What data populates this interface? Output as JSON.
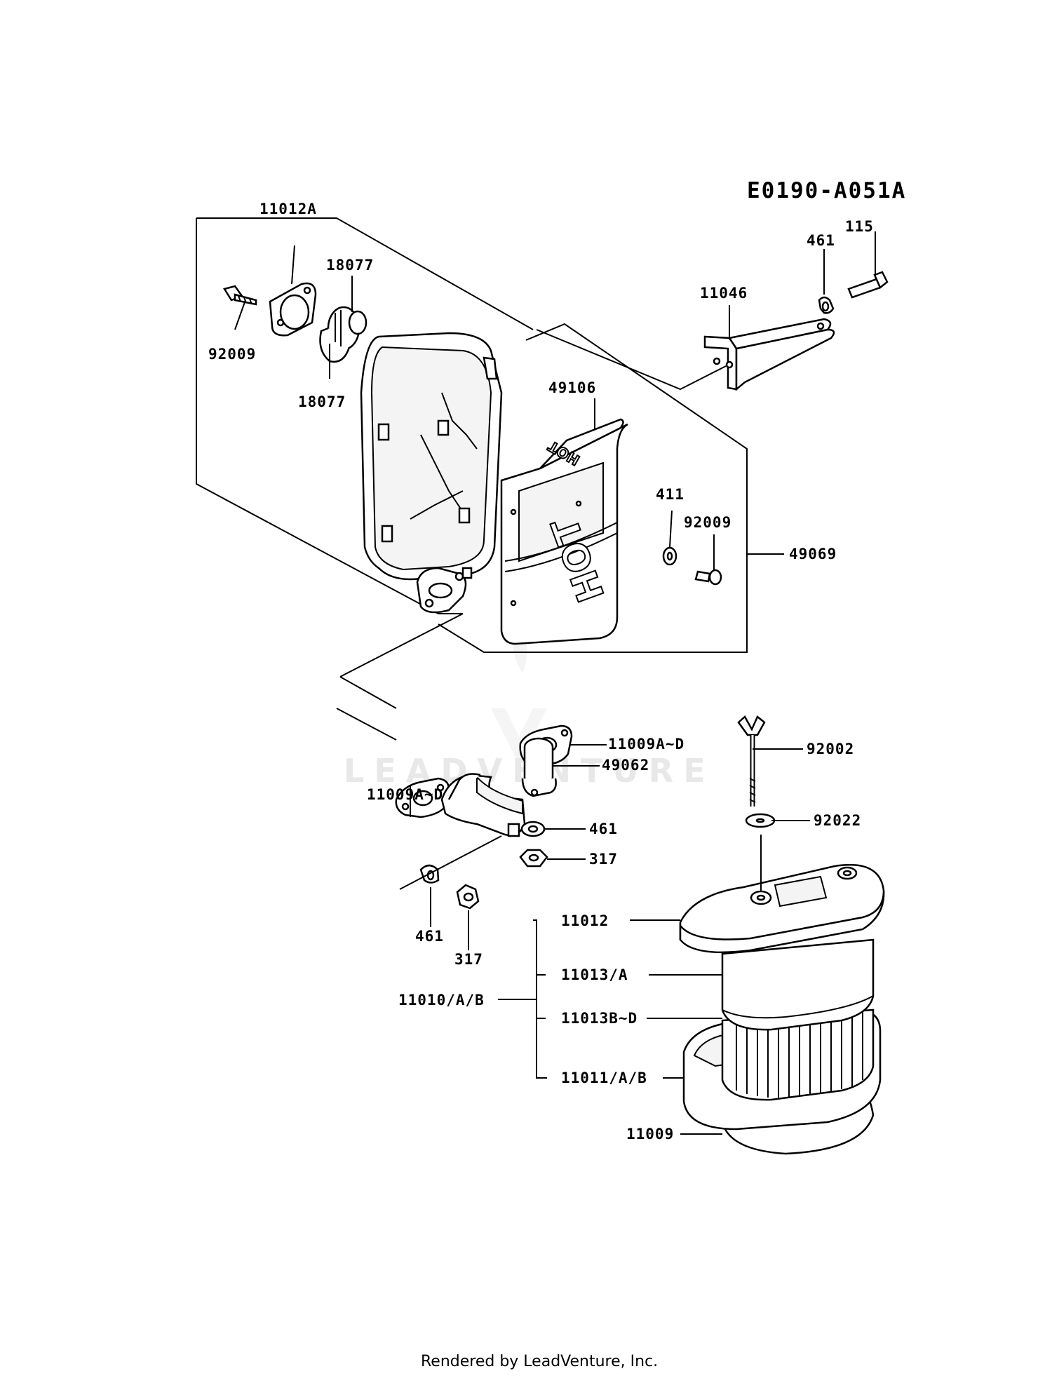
{
  "diagram_code": "E0190-A051A",
  "footer": "Rendered by LeadVenture, Inc.",
  "watermark": "LEADVENTURE",
  "parts": {
    "p11012A": "11012A",
    "p18077_top": "18077",
    "p92009_left": "92009",
    "p18077_bottom": "18077",
    "p461_top": "461",
    "p115": "115",
    "p11046": "11046",
    "p49106": "49106",
    "p411": "411",
    "p92009_right": "92009",
    "p49069": "49069",
    "p11009AD_top": "11009A~D",
    "p92002": "92002",
    "p49062": "49062",
    "p11009AD_bottom": "11009A~D",
    "p461_mid": "461",
    "p92022": "92022",
    "p317_mid": "317",
    "p461_low": "461",
    "p317_low": "317",
    "p11012": "11012",
    "p11013A": "11013/A",
    "p11010AB": "11010/A/B",
    "p11013BD": "11013B~D",
    "p11011AB": "11011/A/B",
    "p11009": "11009"
  },
  "decals": {
    "hot_small": "HOT",
    "hot_large": "HOT"
  }
}
